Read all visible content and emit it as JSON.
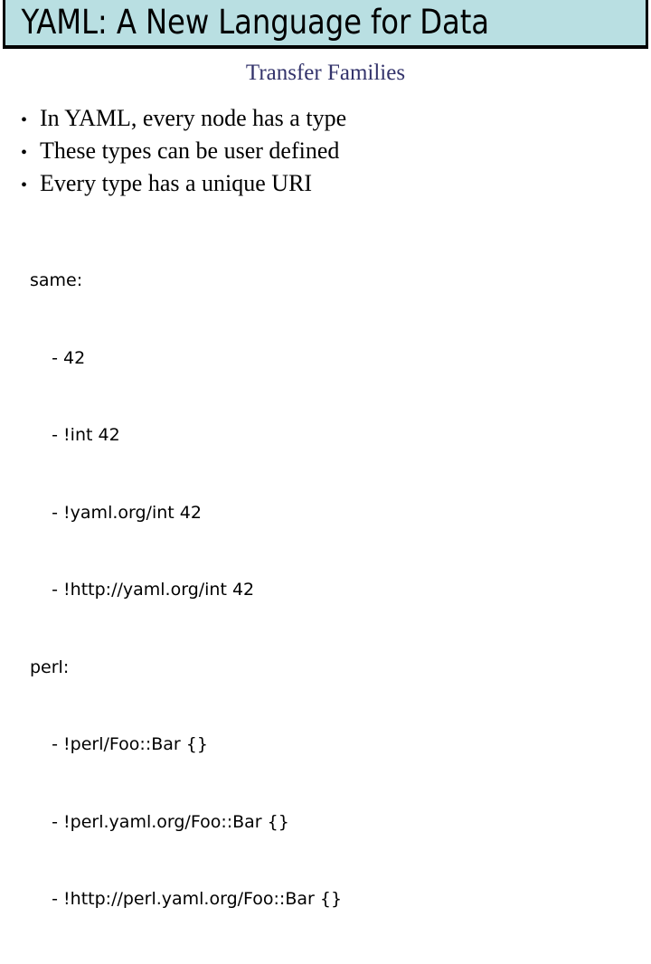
{
  "slide": {
    "title": "YAML: A New Language for Data",
    "subtitle": "Transfer Families",
    "title_bg_color": "#b9dfe2",
    "title_border_color": "#000000",
    "subtitle_color": "#33336b",
    "body_color": "#000000",
    "background_color": "#ffffff"
  },
  "bullets": [
    {
      "mark": "•",
      "label": "In YAML, every node has a type"
    },
    {
      "mark": "•",
      "label": "These types can be user defined"
    },
    {
      "mark": "•",
      "label": "Every type has a unique URI"
    }
  ],
  "code": {
    "lines": [
      "same:",
      "    - 42",
      "    - !int 42",
      "    - !yaml.org/int 42",
      "    - !http://yaml.org/int 42",
      "perl:",
      "    - !perl/Foo::Bar {}",
      "    - !perl.yaml.org/Foo::Bar {}",
      "    - !http://perl.yaml.org/Foo::Bar {}"
    ]
  }
}
